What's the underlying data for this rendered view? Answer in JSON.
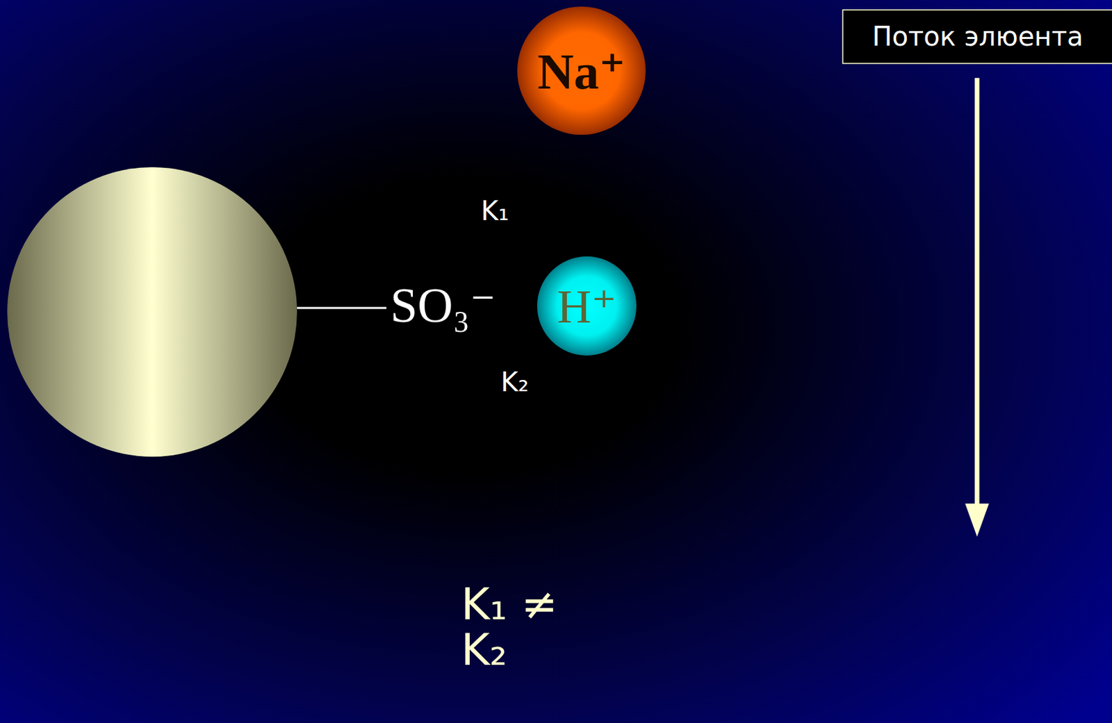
{
  "diagram": {
    "nodes": [
      {
        "text": [
          "Поток элюента"
        ]
      },
      {
        "text": [
          "Na⁺"
        ]
      },
      {
        "text": [
          "H⁺"
        ]
      }
    ],
    "labels": [
      "K₁",
      "SO₃⁻",
      "K₂",
      "K₁ ≠ K₂"
    ]
  }
}
